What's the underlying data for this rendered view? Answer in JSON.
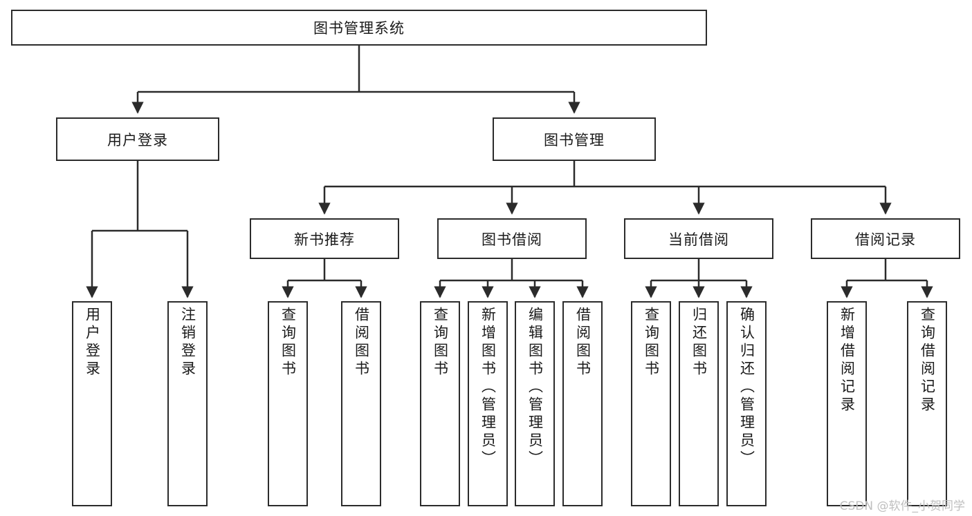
{
  "diagram": {
    "type": "tree-hierarchy",
    "title": "图书管理系统",
    "watermark": "CSDN @软件_小贺同学",
    "colors": {
      "stroke": "#2b2b2b",
      "fill": "#ffffff",
      "text": "#1a1a1a",
      "watermark": "#bfbfbf"
    },
    "levels": {
      "root": {
        "label": "图书管理系统"
      },
      "level2": [
        {
          "id": "user-login",
          "label": "用户登录"
        },
        {
          "id": "book-manage",
          "label": "图书管理"
        }
      ],
      "level3": [
        {
          "id": "new-book-recommend",
          "label": "新书推荐",
          "parent": "book-manage"
        },
        {
          "id": "book-borrow",
          "label": "图书借阅",
          "parent": "book-manage"
        },
        {
          "id": "current-borrow",
          "label": "当前借阅",
          "parent": "book-manage"
        },
        {
          "id": "borrow-record",
          "label": "借阅记录",
          "parent": "book-manage"
        }
      ],
      "leaves": [
        {
          "id": "leaf-user-login",
          "label": "用户登录",
          "parent": "user-login"
        },
        {
          "id": "leaf-logout-login",
          "label": "注销登录",
          "parent": "user-login"
        },
        {
          "id": "leaf-query-book-1",
          "label": "查询图书",
          "parent": "new-book-recommend"
        },
        {
          "id": "leaf-borrow-book-1",
          "label": "借阅图书",
          "parent": "new-book-recommend"
        },
        {
          "id": "leaf-query-book-2",
          "label": "查询图书",
          "parent": "book-borrow"
        },
        {
          "id": "leaf-add-book",
          "label": "新增图书（管理员）",
          "parent": "book-borrow"
        },
        {
          "id": "leaf-edit-book",
          "label": "编辑图书（管理员）",
          "parent": "book-borrow"
        },
        {
          "id": "leaf-borrow-book-2",
          "label": "借阅图书",
          "parent": "book-borrow"
        },
        {
          "id": "leaf-query-book-3",
          "label": "查询图书",
          "parent": "current-borrow"
        },
        {
          "id": "leaf-return-book",
          "label": "归还图书",
          "parent": "current-borrow"
        },
        {
          "id": "leaf-confirm-return",
          "label": "确认归还（管理员）",
          "parent": "current-borrow"
        },
        {
          "id": "leaf-add-record",
          "label": "新增借阅记录",
          "parent": "borrow-record"
        },
        {
          "id": "leaf-query-record",
          "label": "查询借阅记录",
          "parent": "borrow-record"
        }
      ]
    }
  }
}
